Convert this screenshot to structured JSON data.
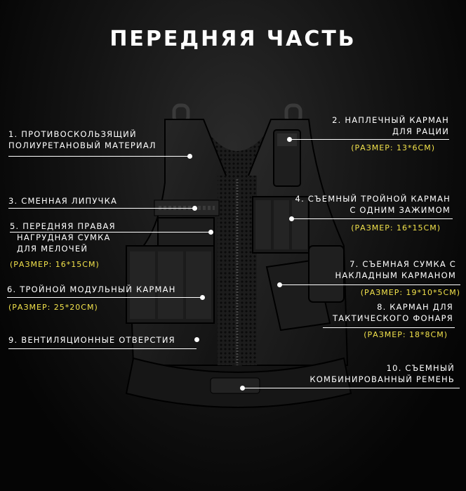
{
  "title": "ПЕРЕДНЯЯ ЧАСТЬ",
  "labels": {
    "l1": {
      "line1": "1. ПРОТИВОСКОЛЬЗЯЩИЙ",
      "line2": "ПОЛИУРЕТАНОВЫЙ МАТЕРИАЛ"
    },
    "l2": {
      "line1": "2. НАПЛЕЧНЫЙ КАРМАН",
      "line2": "ДЛЯ РАЦИИ",
      "size": "(РАЗМЕР: 13*6СМ)"
    },
    "l3": {
      "line1": "3. СМЕННАЯ ЛИПУЧКА"
    },
    "l4": {
      "line1": "4. СЪЕМНЫЙ ТРОЙНОЙ КАРМАН",
      "line2": "С ОДНИМ ЗАЖИМОМ",
      "size": "(РАЗМЕР: 16*15СМ)"
    },
    "l5": {
      "line1": "5. ПЕРЕДНЯЯ ПРАВАЯ",
      "line2": "НАГРУДНАЯ СУМКА",
      "line3": "ДЛЯ МЕЛОЧЕЙ",
      "size": "(РАЗМЕР: 16*15СМ)"
    },
    "l6": {
      "line1": "6. ТРОЙНОЙ МОДУЛЬНЫЙ КАРМАН",
      "size": "(РАЗМЕР: 25*20СМ)"
    },
    "l7": {
      "line1": "7. СЪЕМНАЯ СУМКА С",
      "line2": "НАКЛАДНЫМ КАРМАНОМ",
      "size": "(РАЗМЕР: 19*10*5СМ)"
    },
    "l8": {
      "line1": "8. КАРМАН ДЛЯ",
      "line2": "ТАКТИЧЕСКОГО ФОНАРЯ",
      "size": "(РАЗМЕР: 18*8СМ)"
    },
    "l9": {
      "line1": "9. ВЕНТИЛЯЦИОННЫЕ ОТВЕРСТИЯ"
    },
    "l10": {
      "line1": "10. СЪЕМНЫЙ",
      "line2": "КОМБИНИРОВАННЫЙ РЕМЕНЬ"
    }
  },
  "colors": {
    "background": "#000000",
    "text": "#ffffff",
    "size_text": "#f2e24b",
    "vest": "#151515"
  }
}
